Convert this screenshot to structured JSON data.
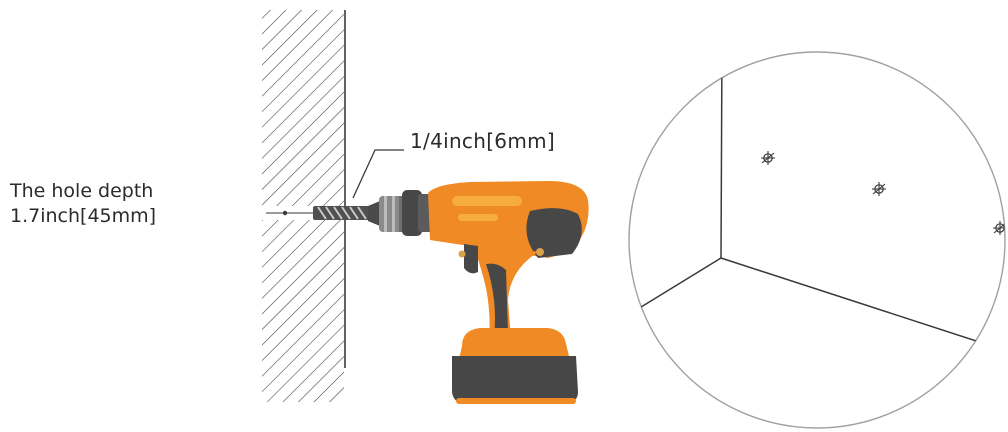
{
  "labels": {
    "hole_depth_title": "The hole depth",
    "hole_depth_value": "1.7inch[45mm]",
    "drill_bit_size": "1/4inch[6mm]"
  },
  "icons": {
    "drill": "power-drill-icon",
    "wall": "hatched-wall-icon",
    "detail": "wall-corner-magnifier-icon",
    "marks": "crosshair-mark-icon"
  },
  "colors": {
    "drill_body": "#f08a24",
    "drill_dark": "#474747",
    "drill_highlight": "#f6ad3e",
    "lines": "#3a3a3a",
    "circle": "#a0a0a0",
    "text": "#2b2b2b"
  }
}
